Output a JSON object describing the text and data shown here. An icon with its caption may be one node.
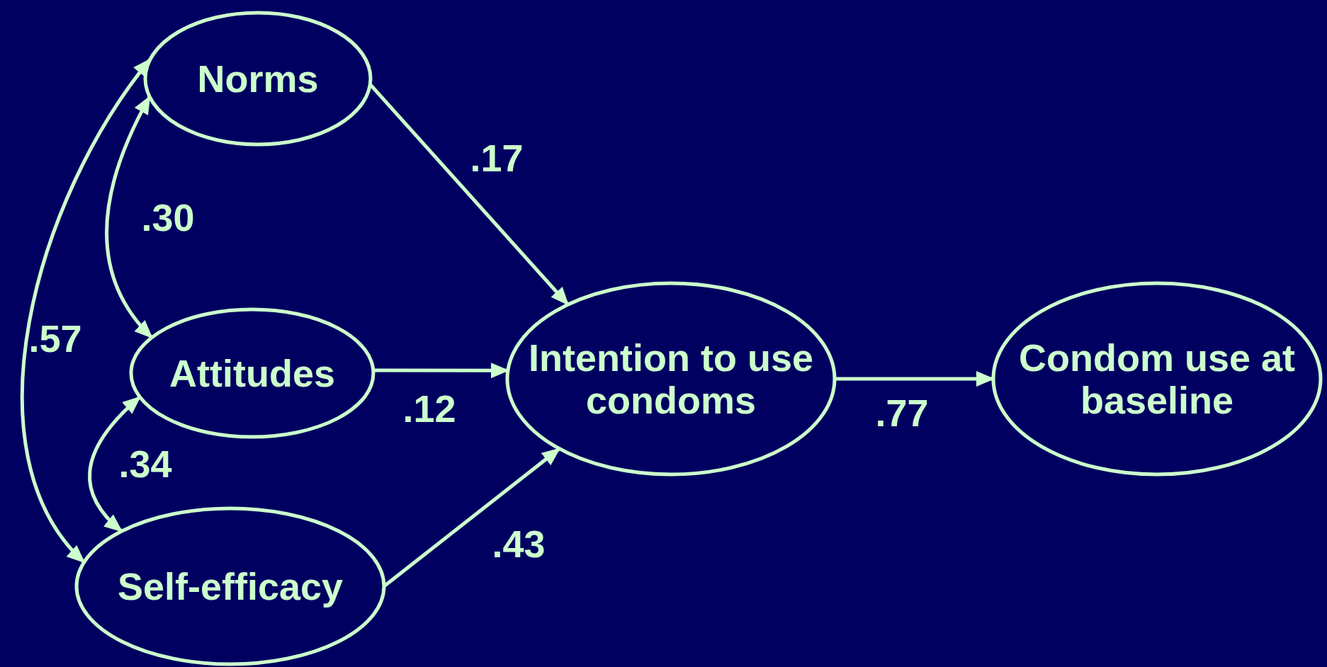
{
  "diagram": {
    "nodes": [
      {
        "text": [
          "Norms"
        ]
      },
      {
        "text": [
          "Attitudes"
        ]
      },
      {
        "text": [
          "Self-efficacy"
        ]
      },
      {
        "text": [
          "Intention to use condoms"
        ]
      },
      {
        "text": [
          "Condom use at baseline"
        ]
      }
    ],
    "edges": [
      {
        "from": 0,
        "to": 3,
        "arrow": "to",
        "label": ".17"
      },
      {
        "from": 1,
        "to": 3,
        "arrow": "to",
        "label": ".12"
      },
      {
        "from": 2,
        "to": 3,
        "arrow": "to",
        "label": ".43"
      },
      {
        "from": 3,
        "to": 4,
        "arrow": "to",
        "label": ".77"
      },
      {
        "from": 0,
        "to": 1,
        "arrow": "both",
        "label": ".30"
      },
      {
        "from": 1,
        "to": 2,
        "arrow": "both",
        "label": ".34"
      },
      {
        "from": 0,
        "to": 2,
        "arrow": "both",
        "label": ".57"
      }
    ]
  }
}
